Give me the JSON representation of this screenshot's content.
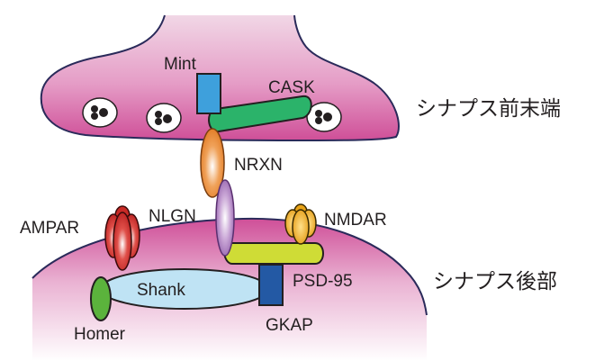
{
  "diagram": {
    "title": "Synapse molecular organization",
    "regions": {
      "presynaptic": {
        "label": "シナプス前末端",
        "color_top": "#ebc6dc",
        "color_bottom": "#d05a9e"
      },
      "postsynaptic": {
        "label": "シナプス後部",
        "color_top": "#d45ba0",
        "color_bottom": "#ffffff"
      }
    },
    "proteins": {
      "mint": {
        "label": "Mint",
        "color": "#3ea0dc"
      },
      "cask": {
        "label": "CASK",
        "color": "#2bb36a"
      },
      "nrxn": {
        "label": "NRXN",
        "color": "#e67e22"
      },
      "nlgn": {
        "label": "NLGN",
        "color": "#9b6bb0"
      },
      "ampar": {
        "label": "AMPAR",
        "color": "#d42a27"
      },
      "nmdar": {
        "label": "NMDAR",
        "color": "#e8a317"
      },
      "psd95": {
        "label": "PSD-95",
        "color": "#cfdc36"
      },
      "shank": {
        "label": "Shank",
        "color": "#bfe3f4"
      },
      "gkap": {
        "label": "GKAP",
        "color": "#2359a4"
      },
      "homer": {
        "label": "Homer",
        "color": "#5bb33c"
      }
    },
    "vesicle_count": 3,
    "outline_color": "#2a2a5a"
  }
}
